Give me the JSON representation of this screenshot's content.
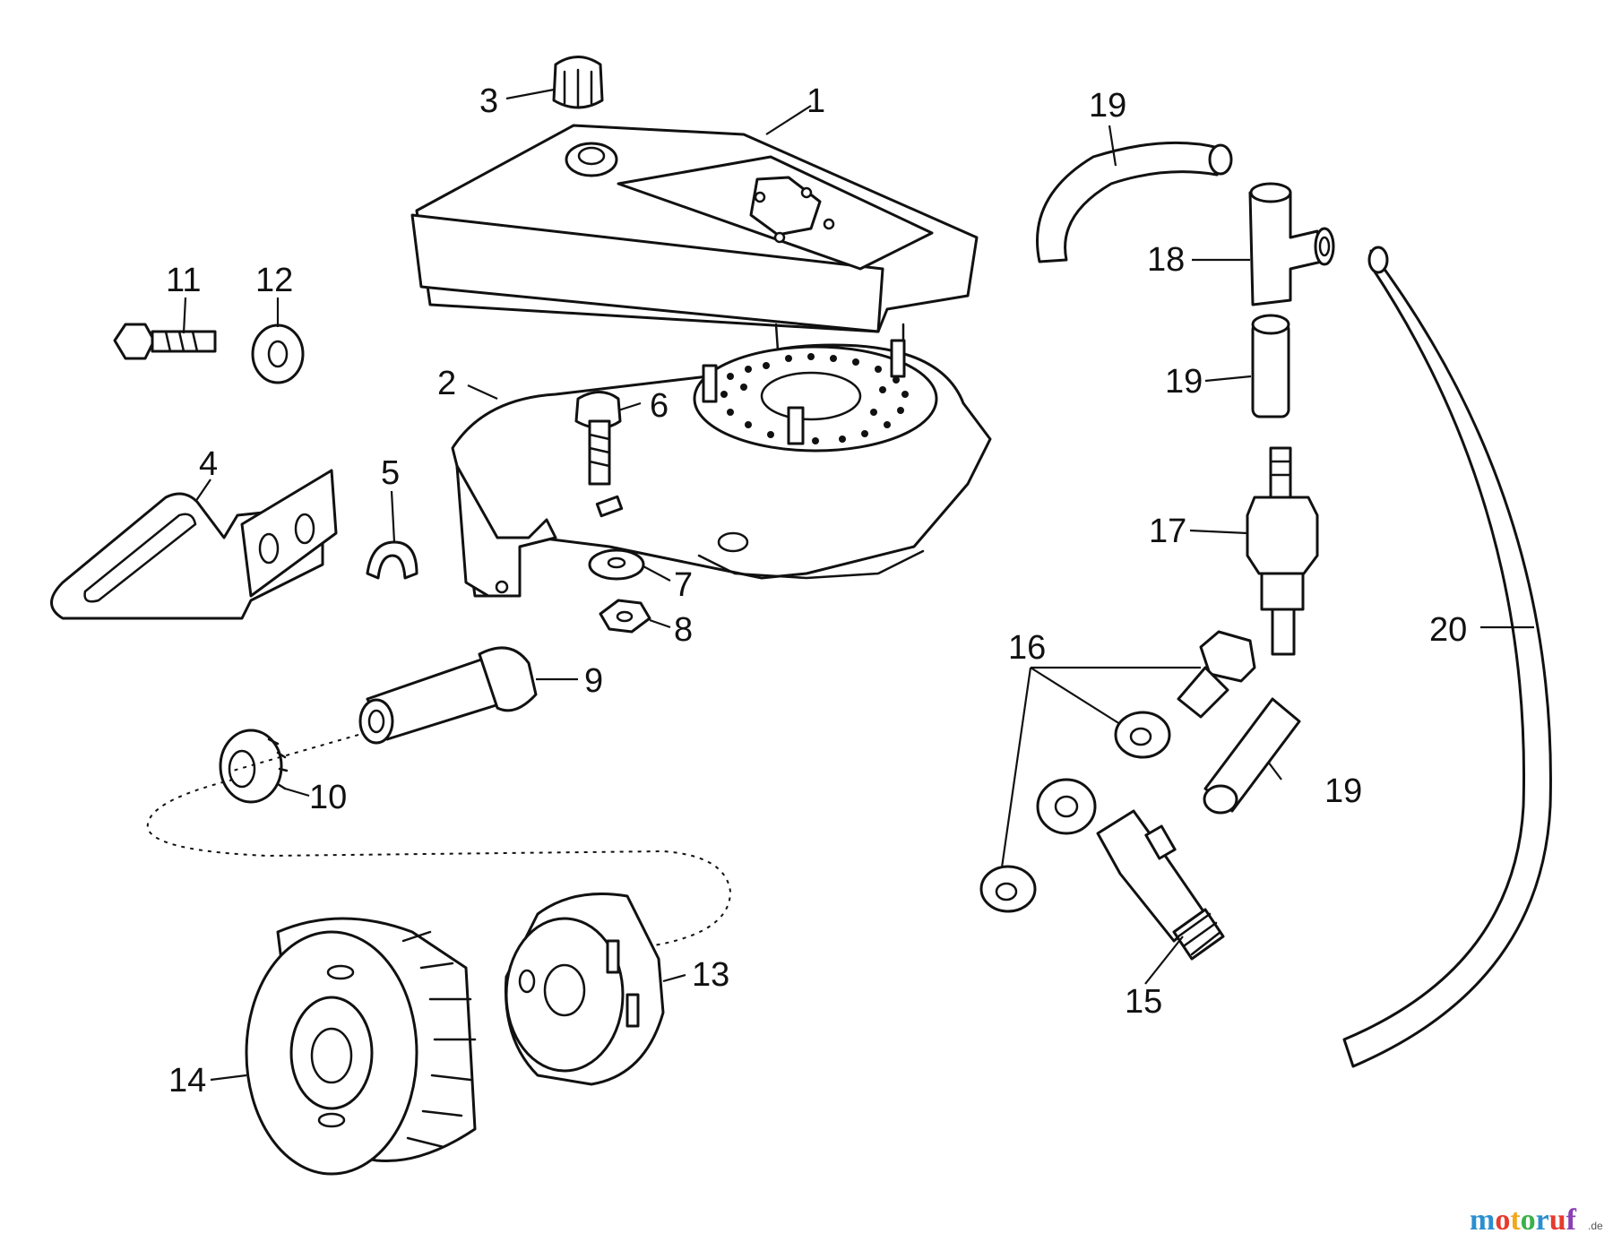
{
  "callouts": {
    "c1": "1",
    "c2": "2",
    "c3": "3",
    "c4": "4",
    "c5": "5",
    "c6": "6",
    "c7": "7",
    "c8": "8",
    "c9": "9",
    "c10": "10",
    "c11": "11",
    "c12": "12",
    "c13": "13",
    "c14": "14",
    "c15": "15",
    "c16": "16",
    "c17": "17",
    "c18": "18",
    "c19a": "19",
    "c19b": "19",
    "c19c": "19",
    "c20": "20"
  },
  "watermark": {
    "text": "motoruf",
    "suffix": ".de",
    "colors": [
      "#2a8fd0",
      "#e63b2e",
      "#f2a81d",
      "#3bb14a",
      "#2a8fd0",
      "#e63b2e",
      "#8a3fb5"
    ]
  }
}
